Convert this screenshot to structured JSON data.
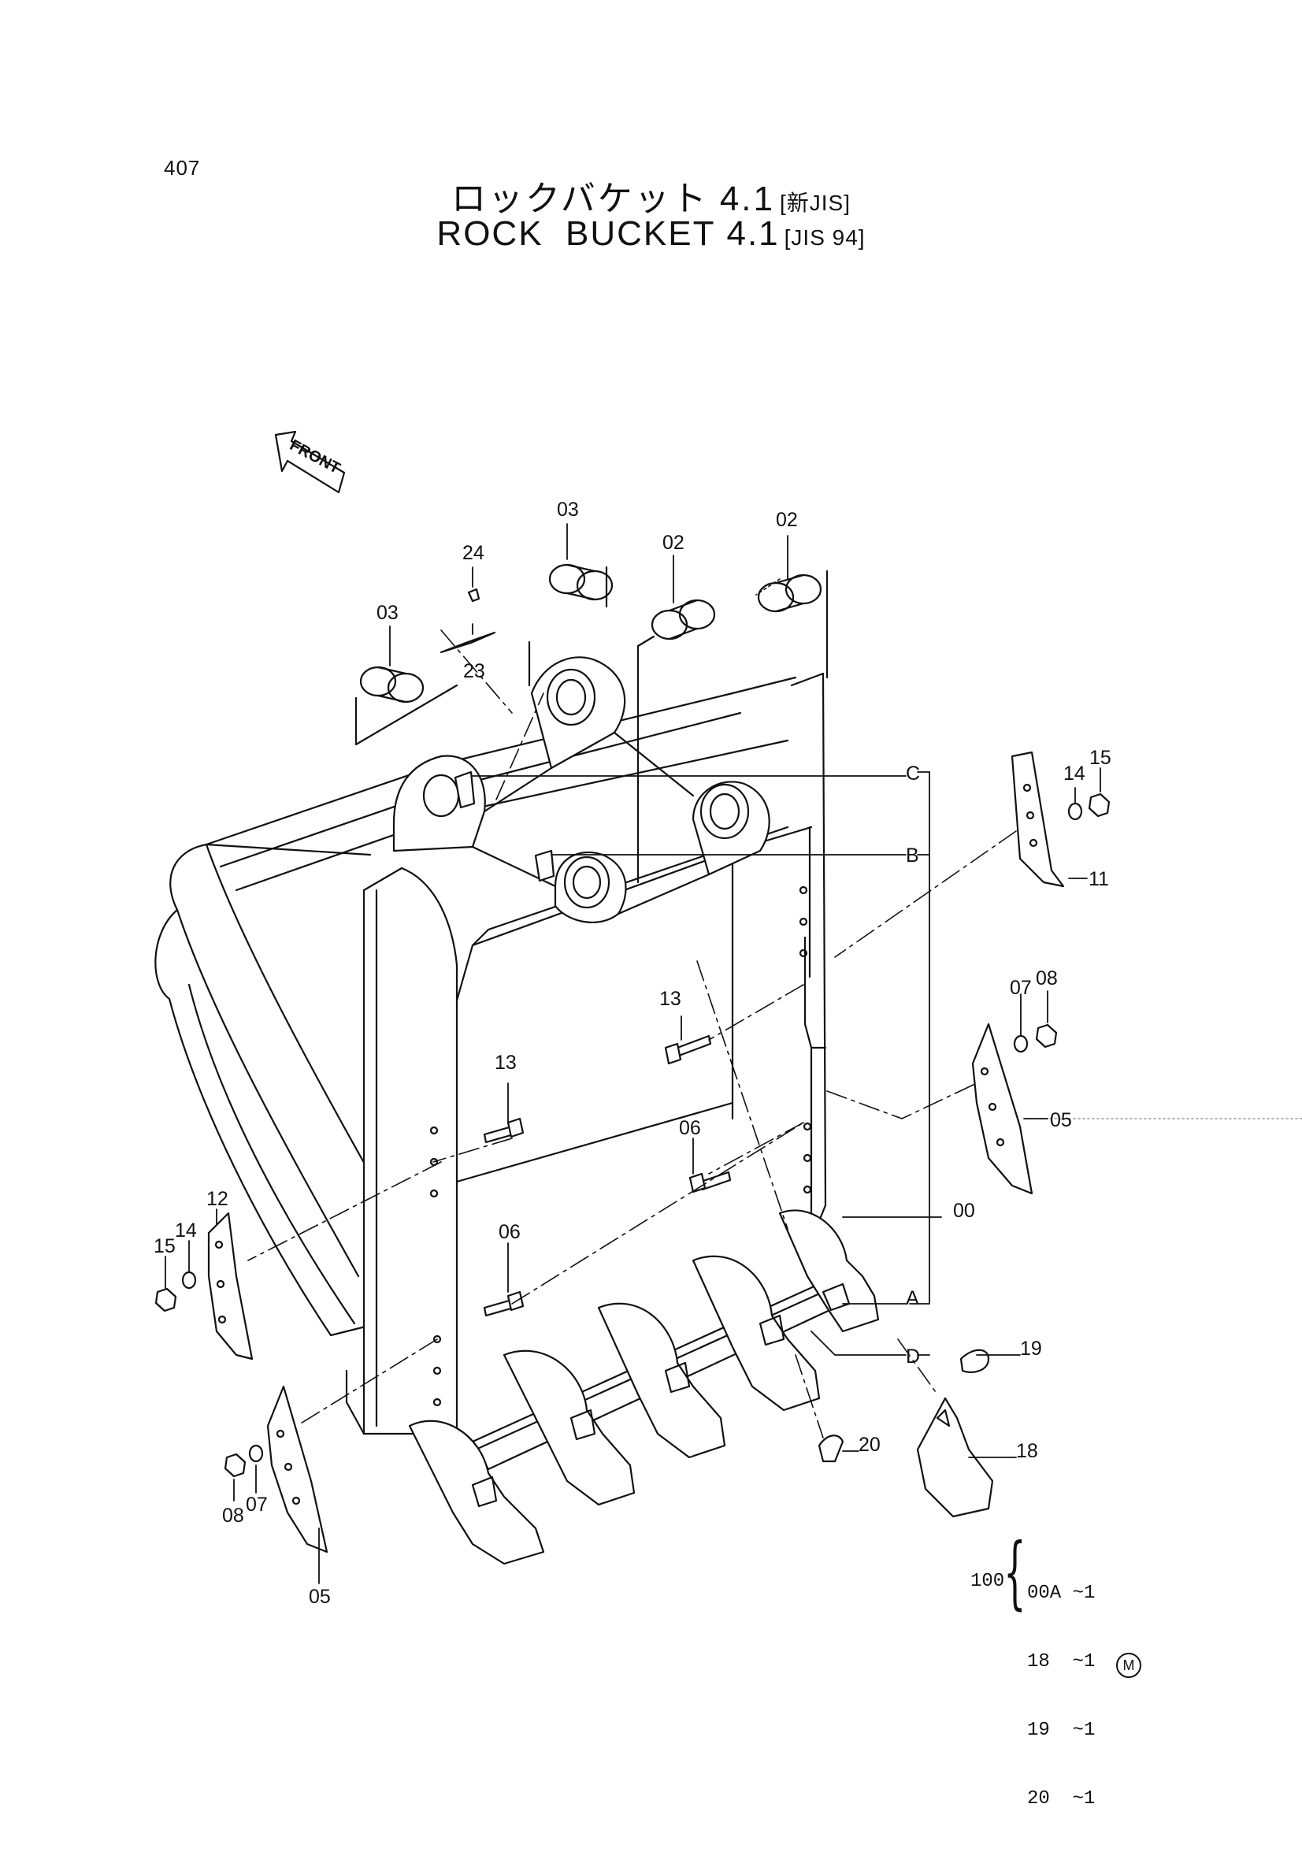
{
  "page_number": "407",
  "title_ja": {
    "main": "ロックバケット",
    "number": "4.1",
    "standard": "[新JIS]"
  },
  "title_en": {
    "main": "ROCK  BUCKET",
    "number": "4.1",
    "standard": "[JIS 94]"
  },
  "front_label": "FRONT",
  "part_labels": {
    "p00": "00",
    "p02a": "02",
    "p02b": "02",
    "p03a": "03",
    "p03b": "03",
    "p05a": "05",
    "p05b": "05",
    "p06a": "06",
    "p06b": "06",
    "p07a": "07",
    "p07b": "07",
    "p08a": "08",
    "p08b": "08",
    "p11": "11",
    "p12": "12",
    "p13a": "13",
    "p13b": "13",
    "p14a": "14",
    "p14b": "14",
    "p15a": "15",
    "p15b": "15",
    "p18": "18",
    "p19": "19",
    "p20": "20",
    "p23": "23",
    "p24": "24"
  },
  "ref_labels": {
    "a": "A",
    "b": "B",
    "c": "C",
    "d": "D"
  },
  "assembly_legend": {
    "code": "100",
    "rows": [
      "00A ~1",
      "18  ~1",
      "19  ~1",
      "20  ~1"
    ]
  },
  "corner_mark": "M"
}
